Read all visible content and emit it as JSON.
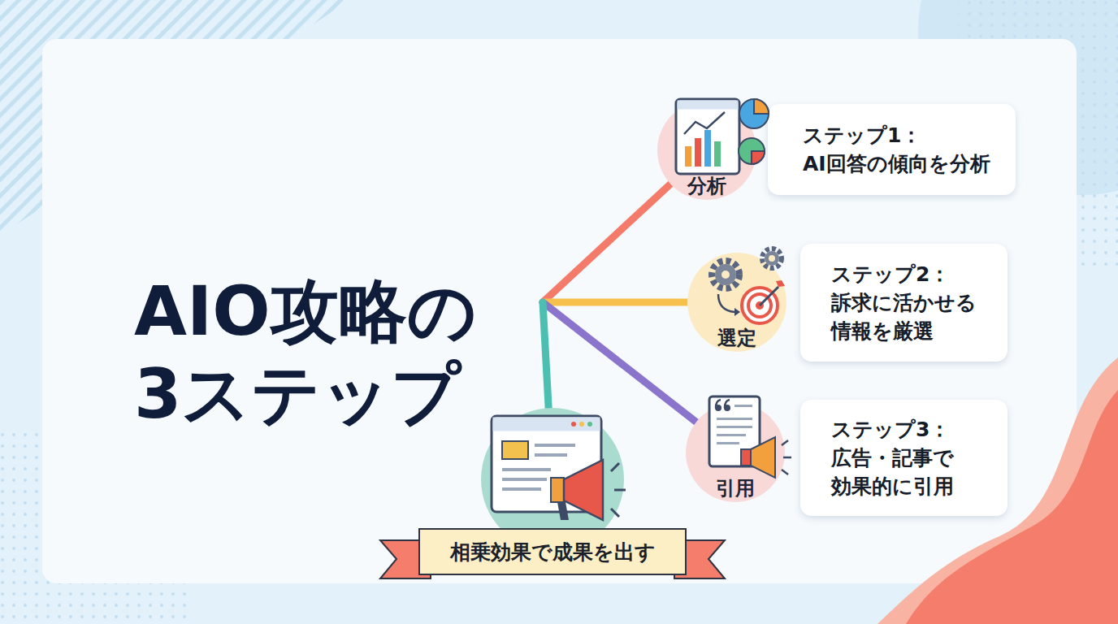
{
  "diagram": {
    "title": "AIO攻略の 3ステップ",
    "nodes": [
      {
        "text": [
          "分析"
        ]
      },
      {
        "text": [
          "ステップ1： AI回答の傾向を分析"
        ]
      },
      {
        "text": [
          "選定"
        ]
      },
      {
        "text": [
          "ステップ2： 訴求に活かせる 情報を厳選"
        ]
      },
      {
        "text": [
          "引用"
        ]
      },
      {
        "text": [
          "ステップ3： 広告・記事で 効果的に引用"
        ]
      },
      {
        "text": [
          "相乗効果で成果を出す"
        ]
      }
    ]
  }
}
